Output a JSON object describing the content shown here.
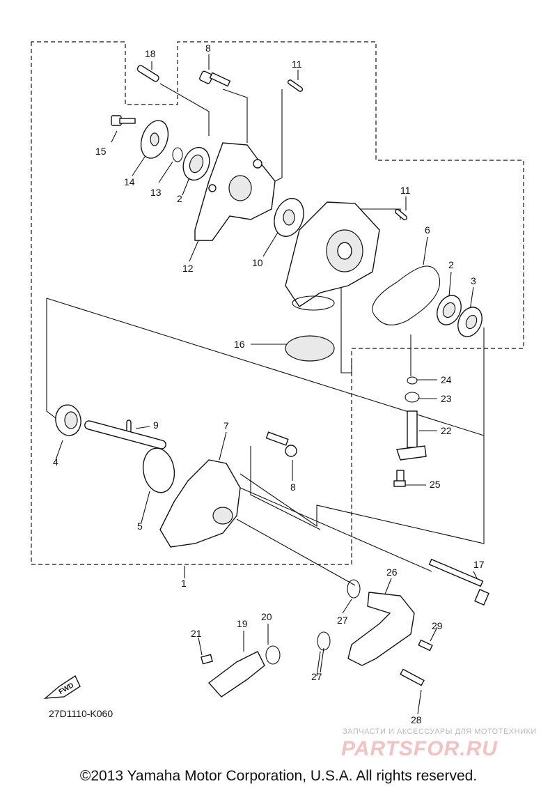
{
  "diagram": {
    "part_numbers": [
      "18",
      "8",
      "11",
      "15",
      "14",
      "13",
      "2",
      "12",
      "10",
      "11",
      "6",
      "2",
      "3",
      "16",
      "24",
      "23",
      "22",
      "25",
      "9",
      "7",
      "4",
      "5",
      "8",
      "1",
      "17",
      "26",
      "27",
      "29",
      "21",
      "19",
      "20",
      "27",
      "28"
    ],
    "fwd_label": "FWD",
    "drawing_code": "27D1110-K060"
  },
  "watermark": {
    "text": "ЗАПЧАСТИ И АКСЕССУАРЫ ДЛЯ МОТОТЕХНИКИ",
    "logo": "PARTSFOR.RU"
  },
  "footer": {
    "copyright": "©2013 Yamaha Motor Corporation, U.S.A. All rights reserved."
  }
}
